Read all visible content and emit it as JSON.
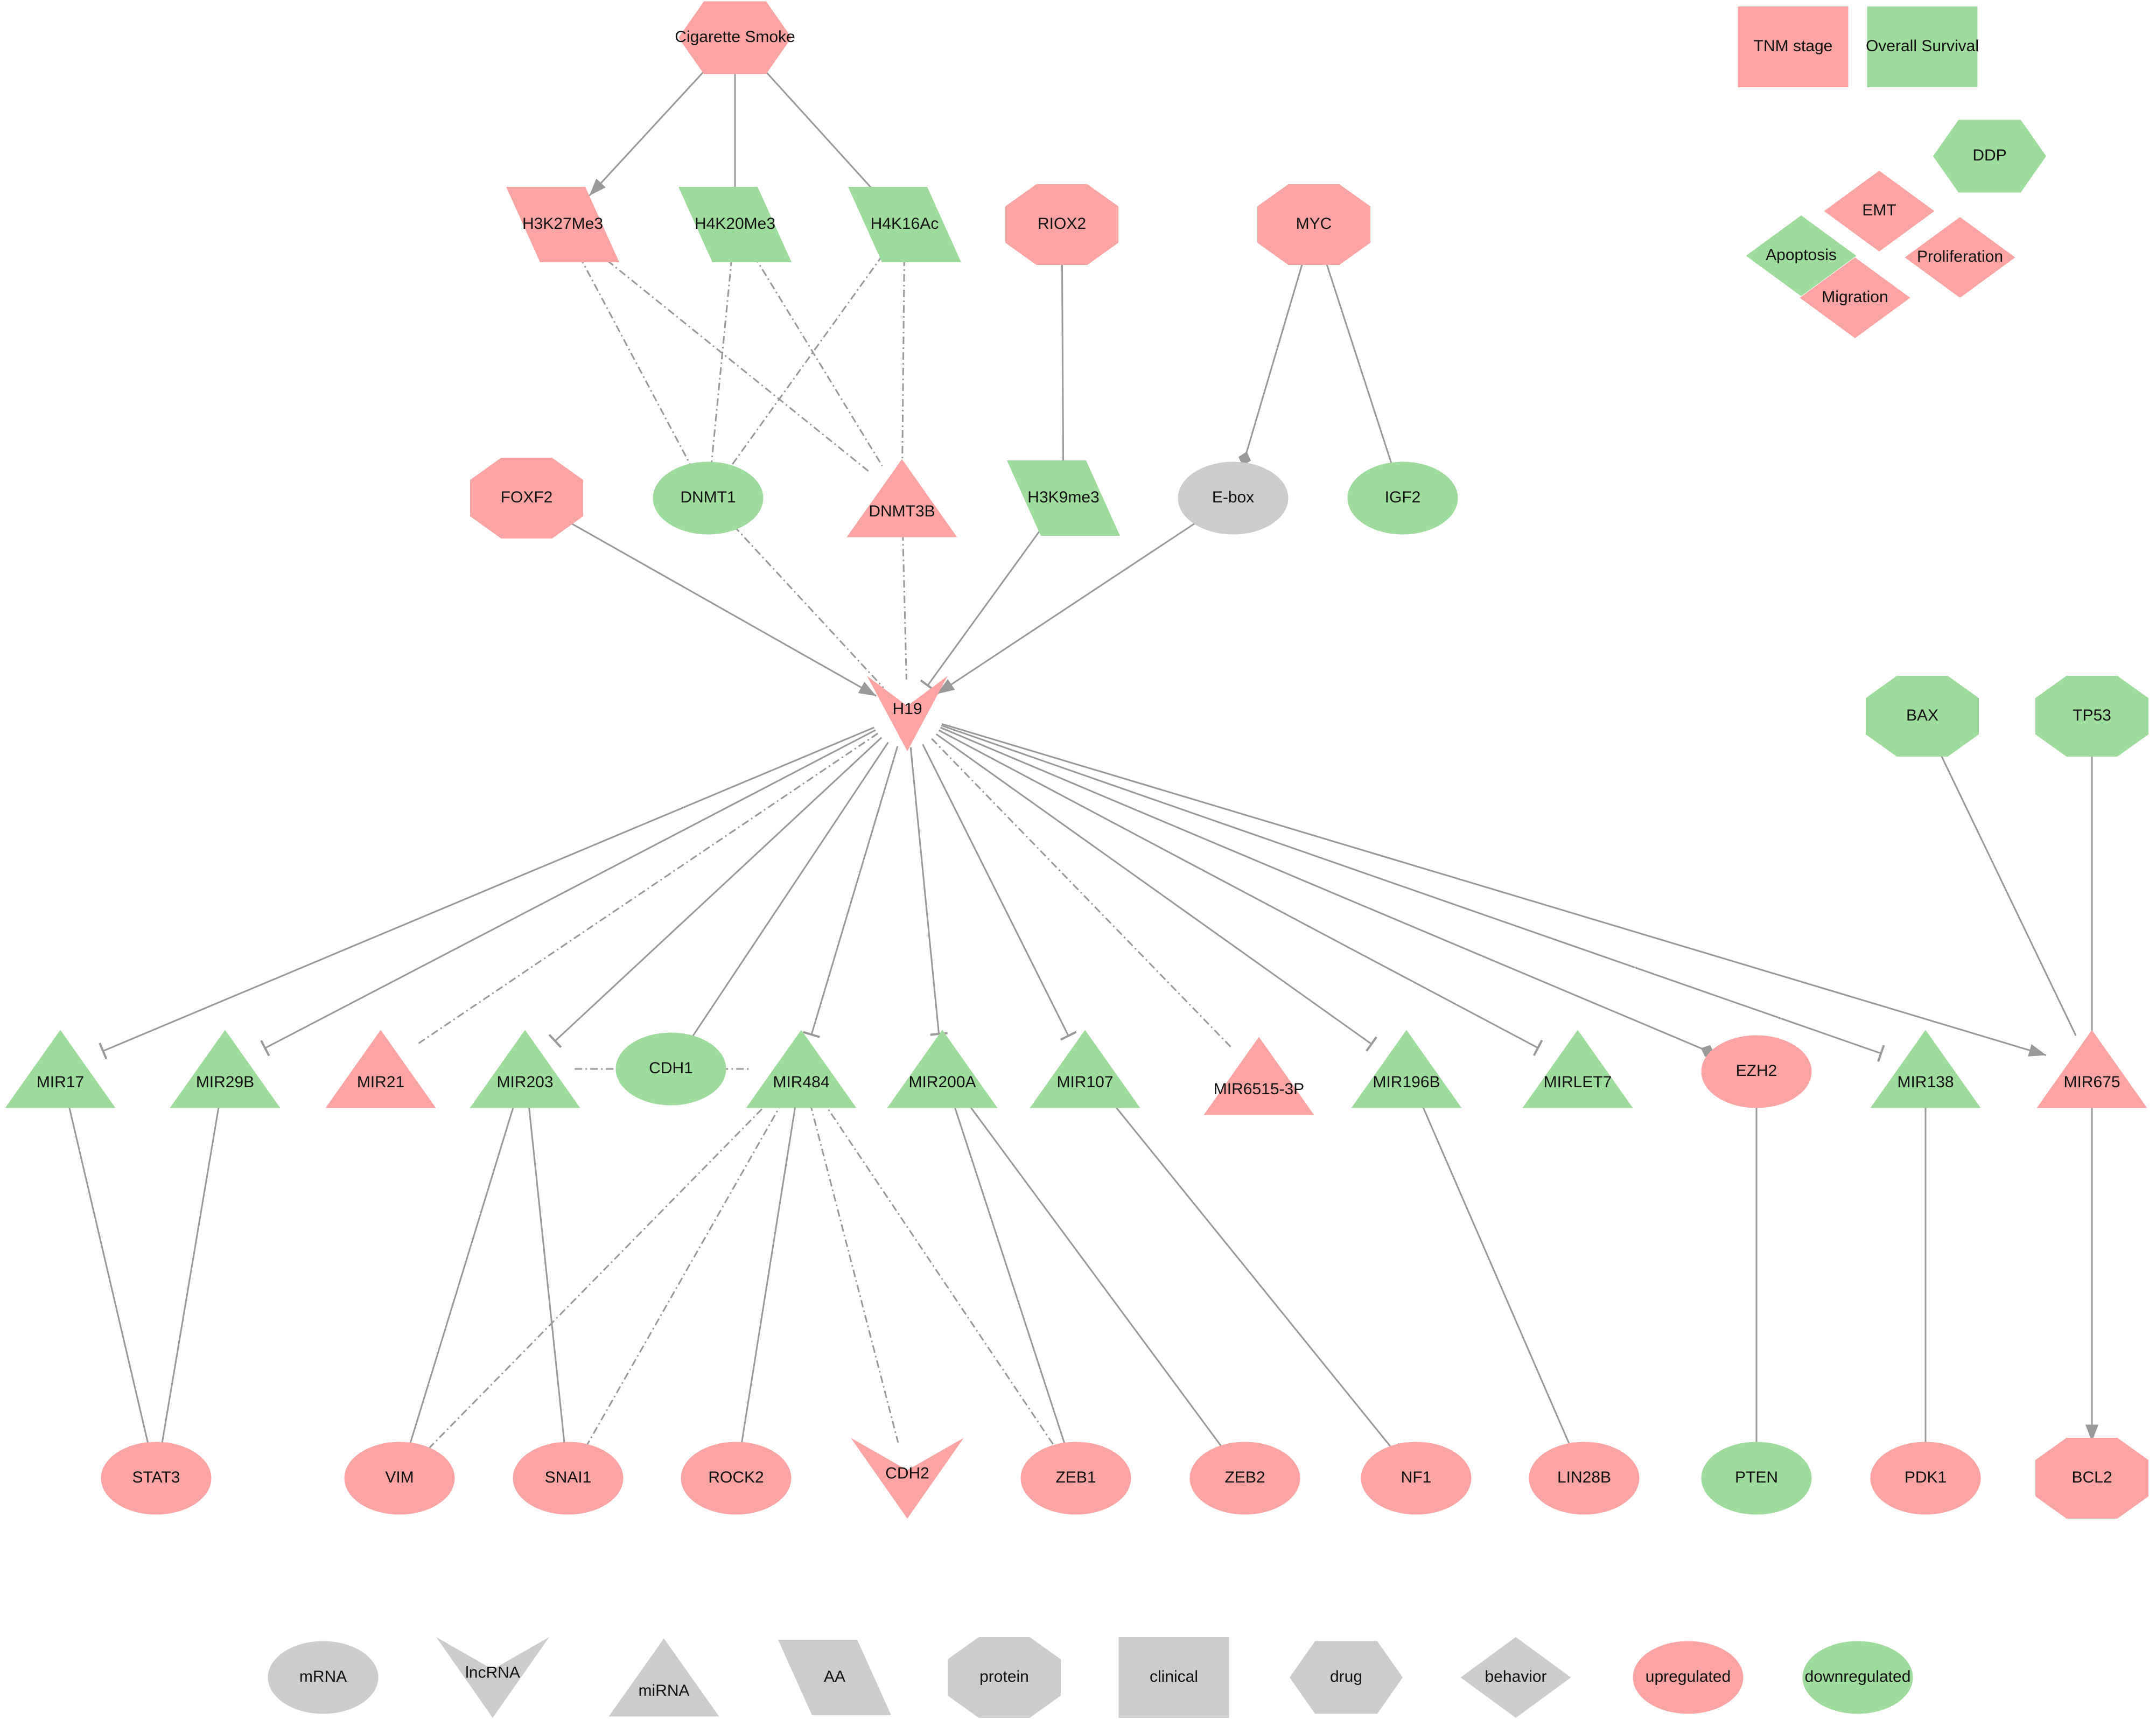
{
  "colors": {
    "upregulated": "#fca3a3",
    "downregulated": "#9edc9c",
    "neutral": "#cccccc",
    "edge": "#999999"
  },
  "nodes": [
    {
      "id": "cigarette",
      "label": "Cigarette Smoke",
      "shape": "hexagon",
      "color": "upregulated"
    },
    {
      "id": "tnm",
      "label": "TNM stage",
      "shape": "rect",
      "color": "upregulated"
    },
    {
      "id": "os",
      "label": "Overall Survival",
      "shape": "rect",
      "color": "downregulated"
    },
    {
      "id": "ddp",
      "label": "DDP",
      "shape": "hexagon",
      "color": "downregulated"
    },
    {
      "id": "emt",
      "label": "EMT",
      "shape": "diamond",
      "color": "upregulated"
    },
    {
      "id": "apoptosis",
      "label": "Apoptosis",
      "shape": "diamond",
      "color": "downregulated"
    },
    {
      "id": "proliferation",
      "label": "Proliferation",
      "shape": "diamond",
      "color": "upregulated"
    },
    {
      "id": "migration",
      "label": "Migration",
      "shape": "diamond",
      "color": "upregulated"
    },
    {
      "id": "h3k27",
      "label": "H3K27Me3",
      "shape": "parallelogram",
      "color": "upregulated"
    },
    {
      "id": "h4k20",
      "label": "H4K20Me3",
      "shape": "parallelogram",
      "color": "downregulated"
    },
    {
      "id": "h4k16",
      "label": "H4K16Ac",
      "shape": "parallelogram",
      "color": "downregulated"
    },
    {
      "id": "riox2",
      "label": "RIOX2",
      "shape": "octagon",
      "color": "upregulated"
    },
    {
      "id": "myc",
      "label": "MYC",
      "shape": "octagon",
      "color": "upregulated"
    },
    {
      "id": "foxf2",
      "label": "FOXF2",
      "shape": "octagon",
      "color": "upregulated"
    },
    {
      "id": "dnmt1",
      "label": "DNMT1",
      "shape": "ellipse",
      "color": "downregulated"
    },
    {
      "id": "dnmt3b",
      "label": "DNMT3B",
      "shape": "triangle",
      "color": "upregulated"
    },
    {
      "id": "h3k9",
      "label": "H3K9me3",
      "shape": "parallelogram",
      "color": "downregulated"
    },
    {
      "id": "ebox",
      "label": "E-box",
      "shape": "ellipse",
      "color": "neutral"
    },
    {
      "id": "igf2",
      "label": "IGF2",
      "shape": "ellipse",
      "color": "downregulated"
    },
    {
      "id": "h19",
      "label": "H19",
      "shape": "vee",
      "color": "upregulated"
    },
    {
      "id": "bax",
      "label": "BAX",
      "shape": "octagon",
      "color": "downregulated"
    },
    {
      "id": "tp53",
      "label": "TP53",
      "shape": "octagon",
      "color": "downregulated"
    },
    {
      "id": "mir17",
      "label": "MIR17",
      "shape": "triangle",
      "color": "downregulated"
    },
    {
      "id": "mir29b",
      "label": "MIR29B",
      "shape": "triangle",
      "color": "downregulated"
    },
    {
      "id": "mir21",
      "label": "MIR21",
      "shape": "triangle",
      "color": "upregulated"
    },
    {
      "id": "mir203",
      "label": "MIR203",
      "shape": "triangle",
      "color": "downregulated"
    },
    {
      "id": "cdh1",
      "label": "CDH1",
      "shape": "ellipse",
      "color": "downregulated"
    },
    {
      "id": "mir484",
      "label": "MIR484",
      "shape": "triangle",
      "color": "downregulated"
    },
    {
      "id": "mir200a",
      "label": "MIR200A",
      "shape": "triangle",
      "color": "downregulated"
    },
    {
      "id": "mir107",
      "label": "MIR107",
      "shape": "triangle",
      "color": "downregulated"
    },
    {
      "id": "mir6515",
      "label": "MIR6515-3P",
      "shape": "triangle",
      "color": "upregulated"
    },
    {
      "id": "mir196b",
      "label": "MIR196B",
      "shape": "triangle",
      "color": "downregulated"
    },
    {
      "id": "mirlet7",
      "label": "MIRLET7",
      "shape": "triangle",
      "color": "downregulated"
    },
    {
      "id": "ezh2",
      "label": "EZH2",
      "shape": "ellipse",
      "color": "upregulated"
    },
    {
      "id": "mir138",
      "label": "MIR138",
      "shape": "triangle",
      "color": "downregulated"
    },
    {
      "id": "mir675",
      "label": "MIR675",
      "shape": "triangle",
      "color": "upregulated"
    },
    {
      "id": "stat3",
      "label": "STAT3",
      "shape": "ellipse",
      "color": "upregulated"
    },
    {
      "id": "vim",
      "label": "VIM",
      "shape": "ellipse",
      "color": "upregulated"
    },
    {
      "id": "snai1",
      "label": "SNAI1",
      "shape": "ellipse",
      "color": "upregulated"
    },
    {
      "id": "rock2",
      "label": "ROCK2",
      "shape": "ellipse",
      "color": "upregulated"
    },
    {
      "id": "cdh2",
      "label": "CDH2",
      "shape": "vee",
      "color": "upregulated"
    },
    {
      "id": "zeb1",
      "label": "ZEB1",
      "shape": "ellipse",
      "color": "upregulated"
    },
    {
      "id": "zeb2",
      "label": "ZEB2",
      "shape": "ellipse",
      "color": "upregulated"
    },
    {
      "id": "nf1",
      "label": "NF1",
      "shape": "ellipse",
      "color": "upregulated"
    },
    {
      "id": "lin28b",
      "label": "LIN28B",
      "shape": "ellipse",
      "color": "upregulated"
    },
    {
      "id": "pten",
      "label": "PTEN",
      "shape": "ellipse",
      "color": "downregulated"
    },
    {
      "id": "pdk1",
      "label": "PDK1",
      "shape": "ellipse",
      "color": "upregulated"
    },
    {
      "id": "bcl2",
      "label": "BCL2",
      "shape": "octagon",
      "color": "upregulated"
    }
  ],
  "edges": [
    {
      "from": "cigarette",
      "to": "h3k27",
      "type": "activate"
    },
    {
      "from": "cigarette",
      "to": "h4k20",
      "type": "inhibit"
    },
    {
      "from": "cigarette",
      "to": "h4k16",
      "type": "inhibit"
    },
    {
      "from": "h3k27",
      "to": "dnmt1",
      "type": "association"
    },
    {
      "from": "h3k27",
      "to": "dnmt3b",
      "type": "association"
    },
    {
      "from": "h4k20",
      "to": "dnmt1",
      "type": "association"
    },
    {
      "from": "h4k20",
      "to": "dnmt3b",
      "type": "association"
    },
    {
      "from": "h4k16",
      "to": "dnmt1",
      "type": "association"
    },
    {
      "from": "h4k16",
      "to": "dnmt3b",
      "type": "association"
    },
    {
      "from": "riox2",
      "to": "h3k9",
      "type": "inhibit"
    },
    {
      "from": "myc",
      "to": "ebox",
      "type": "bind"
    },
    {
      "from": "myc",
      "to": "igf2",
      "type": "inhibit"
    },
    {
      "from": "foxf2",
      "to": "h19",
      "type": "activate"
    },
    {
      "from": "dnmt1",
      "to": "h19",
      "type": "association"
    },
    {
      "from": "dnmt3b",
      "to": "h19",
      "type": "association"
    },
    {
      "from": "h3k9",
      "to": "h19",
      "type": "inhibit"
    },
    {
      "from": "ebox",
      "to": "h19",
      "type": "activate"
    },
    {
      "from": "h19",
      "to": "mir17",
      "type": "inhibit"
    },
    {
      "from": "h19",
      "to": "mir29b",
      "type": "inhibit"
    },
    {
      "from": "h19",
      "to": "mir21",
      "type": "association"
    },
    {
      "from": "h19",
      "to": "mir203",
      "type": "inhibit"
    },
    {
      "from": "h19",
      "to": "cdh1",
      "type": "inhibit"
    },
    {
      "from": "h19",
      "to": "mir484",
      "type": "inhibit"
    },
    {
      "from": "h19",
      "to": "mir200a",
      "type": "inhibit"
    },
    {
      "from": "h19",
      "to": "mir107",
      "type": "inhibit"
    },
    {
      "from": "h19",
      "to": "mir6515",
      "type": "association"
    },
    {
      "from": "h19",
      "to": "mir196b",
      "type": "inhibit"
    },
    {
      "from": "h19",
      "to": "mirlet7",
      "type": "inhibit"
    },
    {
      "from": "h19",
      "to": "ezh2",
      "type": "bind"
    },
    {
      "from": "h19",
      "to": "mir138",
      "type": "inhibit"
    },
    {
      "from": "h19",
      "to": "mir675",
      "type": "activate"
    },
    {
      "from": "mir203",
      "to": "cdh1",
      "type": "association"
    },
    {
      "from": "cdh1",
      "to": "mir484",
      "type": "association"
    },
    {
      "from": "mir675",
      "to": "bax",
      "type": "inhibit"
    },
    {
      "from": "mir675",
      "to": "tp53",
      "type": "inhibit"
    },
    {
      "from": "mir675",
      "to": "bcl2",
      "type": "activate"
    },
    {
      "from": "mir17",
      "to": "stat3",
      "type": "inhibit"
    },
    {
      "from": "mir29b",
      "to": "stat3",
      "type": "inhibit"
    },
    {
      "from": "mir203",
      "to": "vim",
      "type": "plain"
    },
    {
      "from": "mir203",
      "to": "snai1",
      "type": "plain"
    },
    {
      "from": "mir484",
      "to": "vim",
      "type": "association"
    },
    {
      "from": "mir484",
      "to": "snai1",
      "type": "association"
    },
    {
      "from": "mir484",
      "to": "rock2",
      "type": "inhibit"
    },
    {
      "from": "mir484",
      "to": "cdh2",
      "type": "association"
    },
    {
      "from": "mir484",
      "to": "zeb1",
      "type": "association"
    },
    {
      "from": "mir200a",
      "to": "zeb1",
      "type": "inhibit"
    },
    {
      "from": "mir200a",
      "to": "zeb2",
      "type": "inhibit"
    },
    {
      "from": "mir107",
      "to": "nf1",
      "type": "inhibit"
    },
    {
      "from": "mir196b",
      "to": "lin28b",
      "type": "inhibit"
    },
    {
      "from": "ezh2",
      "to": "pten",
      "type": "inhibit"
    },
    {
      "from": "mir138",
      "to": "pdk1",
      "type": "inhibit"
    }
  ],
  "legend": [
    {
      "label": "mRNA",
      "shape": "ellipse",
      "color": "neutral"
    },
    {
      "label": "lncRNA",
      "shape": "vee",
      "color": "neutral"
    },
    {
      "label": "miRNA",
      "shape": "triangle",
      "color": "neutral"
    },
    {
      "label": "AA",
      "shape": "parallelogram",
      "color": "neutral"
    },
    {
      "label": "protein",
      "shape": "octagon",
      "color": "neutral"
    },
    {
      "label": "clinical",
      "shape": "rect",
      "color": "neutral"
    },
    {
      "label": "drug",
      "shape": "hexagon",
      "color": "neutral"
    },
    {
      "label": "behavior",
      "shape": "diamond",
      "color": "neutral"
    },
    {
      "label": "upregulated",
      "shape": "ellipse",
      "color": "upregulated"
    },
    {
      "label": "downregulated",
      "shape": "ellipse",
      "color": "downregulated"
    }
  ]
}
